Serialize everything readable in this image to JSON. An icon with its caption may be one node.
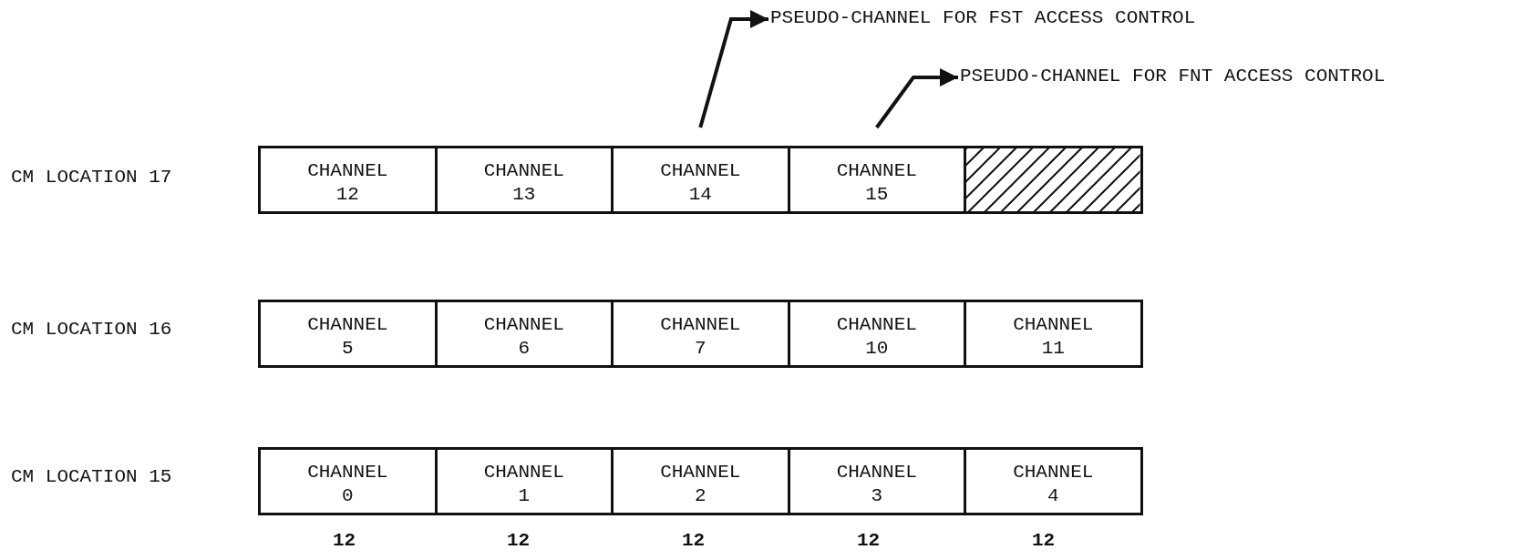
{
  "diagram": {
    "nodes": [
      {
        "text": [
          "PSEUDO-CHANNEL FOR FST ACCESS CONTROL"
        ]
      },
      {
        "text": [
          "PSEUDO-CHANNEL FOR FNT ACCESS CONTROL"
        ]
      },
      {
        "text": [
          "CHANNEL 12"
        ]
      },
      {
        "text": [
          "CHANNEL 13"
        ]
      },
      {
        "text": [
          "CHANNEL 14"
        ]
      },
      {
        "text": [
          "CHANNEL 15"
        ]
      },
      {
        "text": [],
        "shape": "box"
      },
      {
        "text": [
          "CHANNEL 5"
        ]
      },
      {
        "text": [
          "CHANNEL 6"
        ]
      },
      {
        "text": [
          "CHANNEL 7"
        ]
      },
      {
        "text": [
          "CHANNEL 10"
        ]
      },
      {
        "text": [
          "CHANNEL 11"
        ]
      },
      {
        "text": [
          "CHANNEL 0"
        ]
      },
      {
        "text": [
          "CHANNEL 1"
        ]
      },
      {
        "text": [
          "CHANNEL 2"
        ]
      },
      {
        "text": [
          "CHANNEL 3"
        ]
      },
      {
        "text": [
          "CHANNEL 4"
        ]
      }
    ],
    "edges": [
      {
        "from": 4,
        "to": 0,
        "arrow": "to"
      },
      {
        "from": 5,
        "to": 1,
        "arrow": "to"
      }
    ],
    "labels": [
      "CM LOCATION 17",
      "CM LOCATION 16",
      "CM LOCATION 15",
      "12",
      "12",
      "12",
      "12",
      "12"
    ]
  }
}
